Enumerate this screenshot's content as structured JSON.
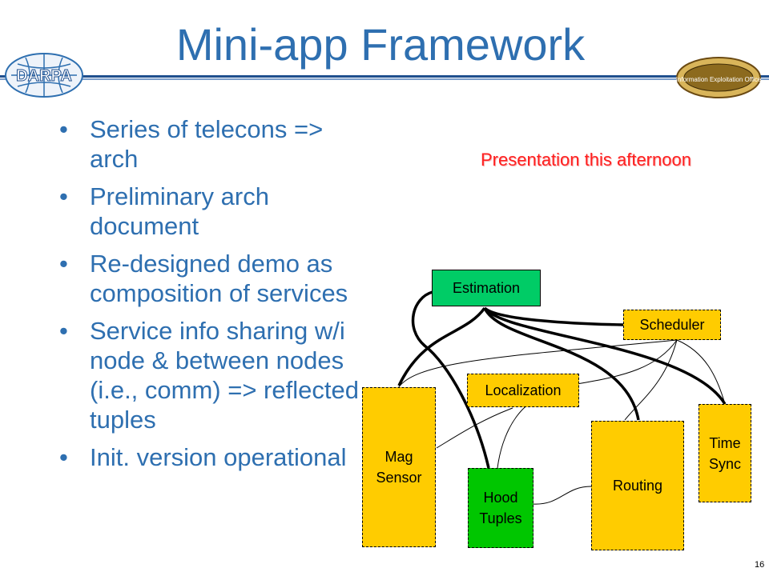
{
  "slide": {
    "title": "Mini-app Framework",
    "bullets": [
      "Series of telecons => arch",
      "Preliminary arch document",
      "Re-designed demo as composition of services",
      "Service info sharing w/i node & between nodes (i.e., comm) => reflected tuples",
      "Init. version operational"
    ],
    "note": "Presentation this afternoon",
    "page_number": "16",
    "logos": {
      "darpa": "DARPA",
      "ieo": "Information Exploitation Office"
    }
  },
  "diagram": {
    "boxes": {
      "estimation": "Estimation",
      "scheduler": "Scheduler",
      "localization": "Localization",
      "mag_sensor": "Mag\nSensor",
      "hood_tuples": "Hood\nTuples",
      "routing": "Routing",
      "time_sync": "Time\nSync"
    }
  },
  "colors": {
    "title_blue": "#2e6fb0",
    "note_red": "#ff2020",
    "box_yellow": "#ffcc00",
    "box_green": "#00c600",
    "estimation_green": "#00cc66"
  }
}
